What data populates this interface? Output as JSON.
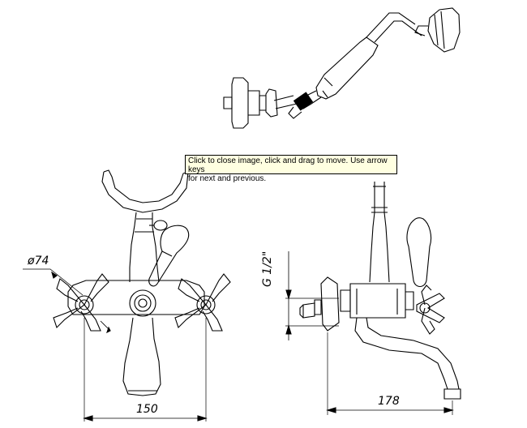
{
  "tooltip": {
    "line1": "Click to close image, click and drag to move. Use arrow keys",
    "line2": "for next and previous."
  },
  "dimensions": {
    "diameter": "ø74",
    "thread": "G 1/2\"",
    "width_front": "150",
    "width_side": "178"
  },
  "colors": {
    "line": "#000000",
    "tooltip_bg": "#ffffe1",
    "background": "#ffffff"
  }
}
